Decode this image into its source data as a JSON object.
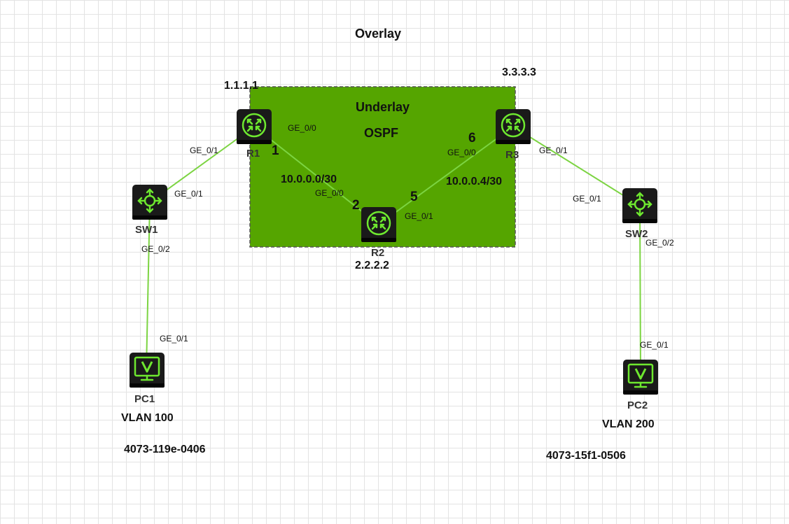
{
  "overlay_label": "Overlay",
  "underlay": {
    "title": "Underlay",
    "protocol": "OSPF",
    "fill_color": "#55a500",
    "border_color": "#555555"
  },
  "colors": {
    "link": "#7cd442",
    "device_bg": "#1a1a1a",
    "device_accent": "#6ee82f"
  },
  "devices": {
    "r1": {
      "name": "R1",
      "router_id": "1.1.1.1",
      "icon": "router-icon"
    },
    "r2": {
      "name": "R2",
      "router_id": "2.2.2.2",
      "icon": "router-icon"
    },
    "r3": {
      "name": "R3",
      "router_id": "3.3.3.3",
      "icon": "router-icon"
    },
    "sw1": {
      "name": "SW1",
      "icon": "switch-icon"
    },
    "sw2": {
      "name": "SW2",
      "icon": "switch-icon"
    },
    "pc1": {
      "name": "PC1",
      "vlan": "VLAN 100",
      "mac": "4073-119e-0406",
      "icon": "pc-icon"
    },
    "pc2": {
      "name": "PC2",
      "vlan": "VLAN 200",
      "mac": "4073-15f1-0506",
      "icon": "pc-icon"
    }
  },
  "links": {
    "r1_r2": {
      "network": "10.0.0.0/30",
      "r1_port": "GE_0/0",
      "r1_host": "1",
      "r2_port": "GE_0/0",
      "r2_host": "2"
    },
    "r2_r3": {
      "network": "10.0.0.4/30",
      "r2_port": "GE_0/1",
      "r2_host": "5",
      "r3_port": "GE_0/0",
      "r3_host": "6"
    },
    "r1_sw1": {
      "r1_port": "GE_0/1",
      "sw1_port": "GE_0/1"
    },
    "r3_sw2": {
      "r3_port": "GE_0/1",
      "sw2_port": "GE_0/1"
    },
    "sw1_pc1": {
      "sw1_port": "GE_0/2",
      "pc1_port": "GE_0/1"
    },
    "sw2_pc2": {
      "sw2_port": "GE_0/2",
      "pc2_port": "GE_0/1"
    }
  }
}
